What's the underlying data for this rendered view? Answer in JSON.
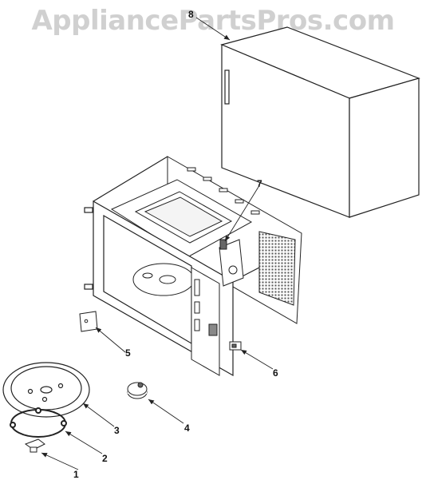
{
  "watermark": "AppliancePartsPros.com",
  "callouts": [
    {
      "id": "1",
      "label": "1"
    },
    {
      "id": "2",
      "label": "2"
    },
    {
      "id": "3",
      "label": "3"
    },
    {
      "id": "4",
      "label": "4"
    },
    {
      "id": "5",
      "label": "5"
    },
    {
      "id": "6",
      "label": "6"
    },
    {
      "id": "7",
      "label": "7"
    },
    {
      "id": "8",
      "label": "8"
    }
  ],
  "colors": {
    "line": "#222222",
    "watermark": "#d0d0d0",
    "mesh": "#555555"
  }
}
